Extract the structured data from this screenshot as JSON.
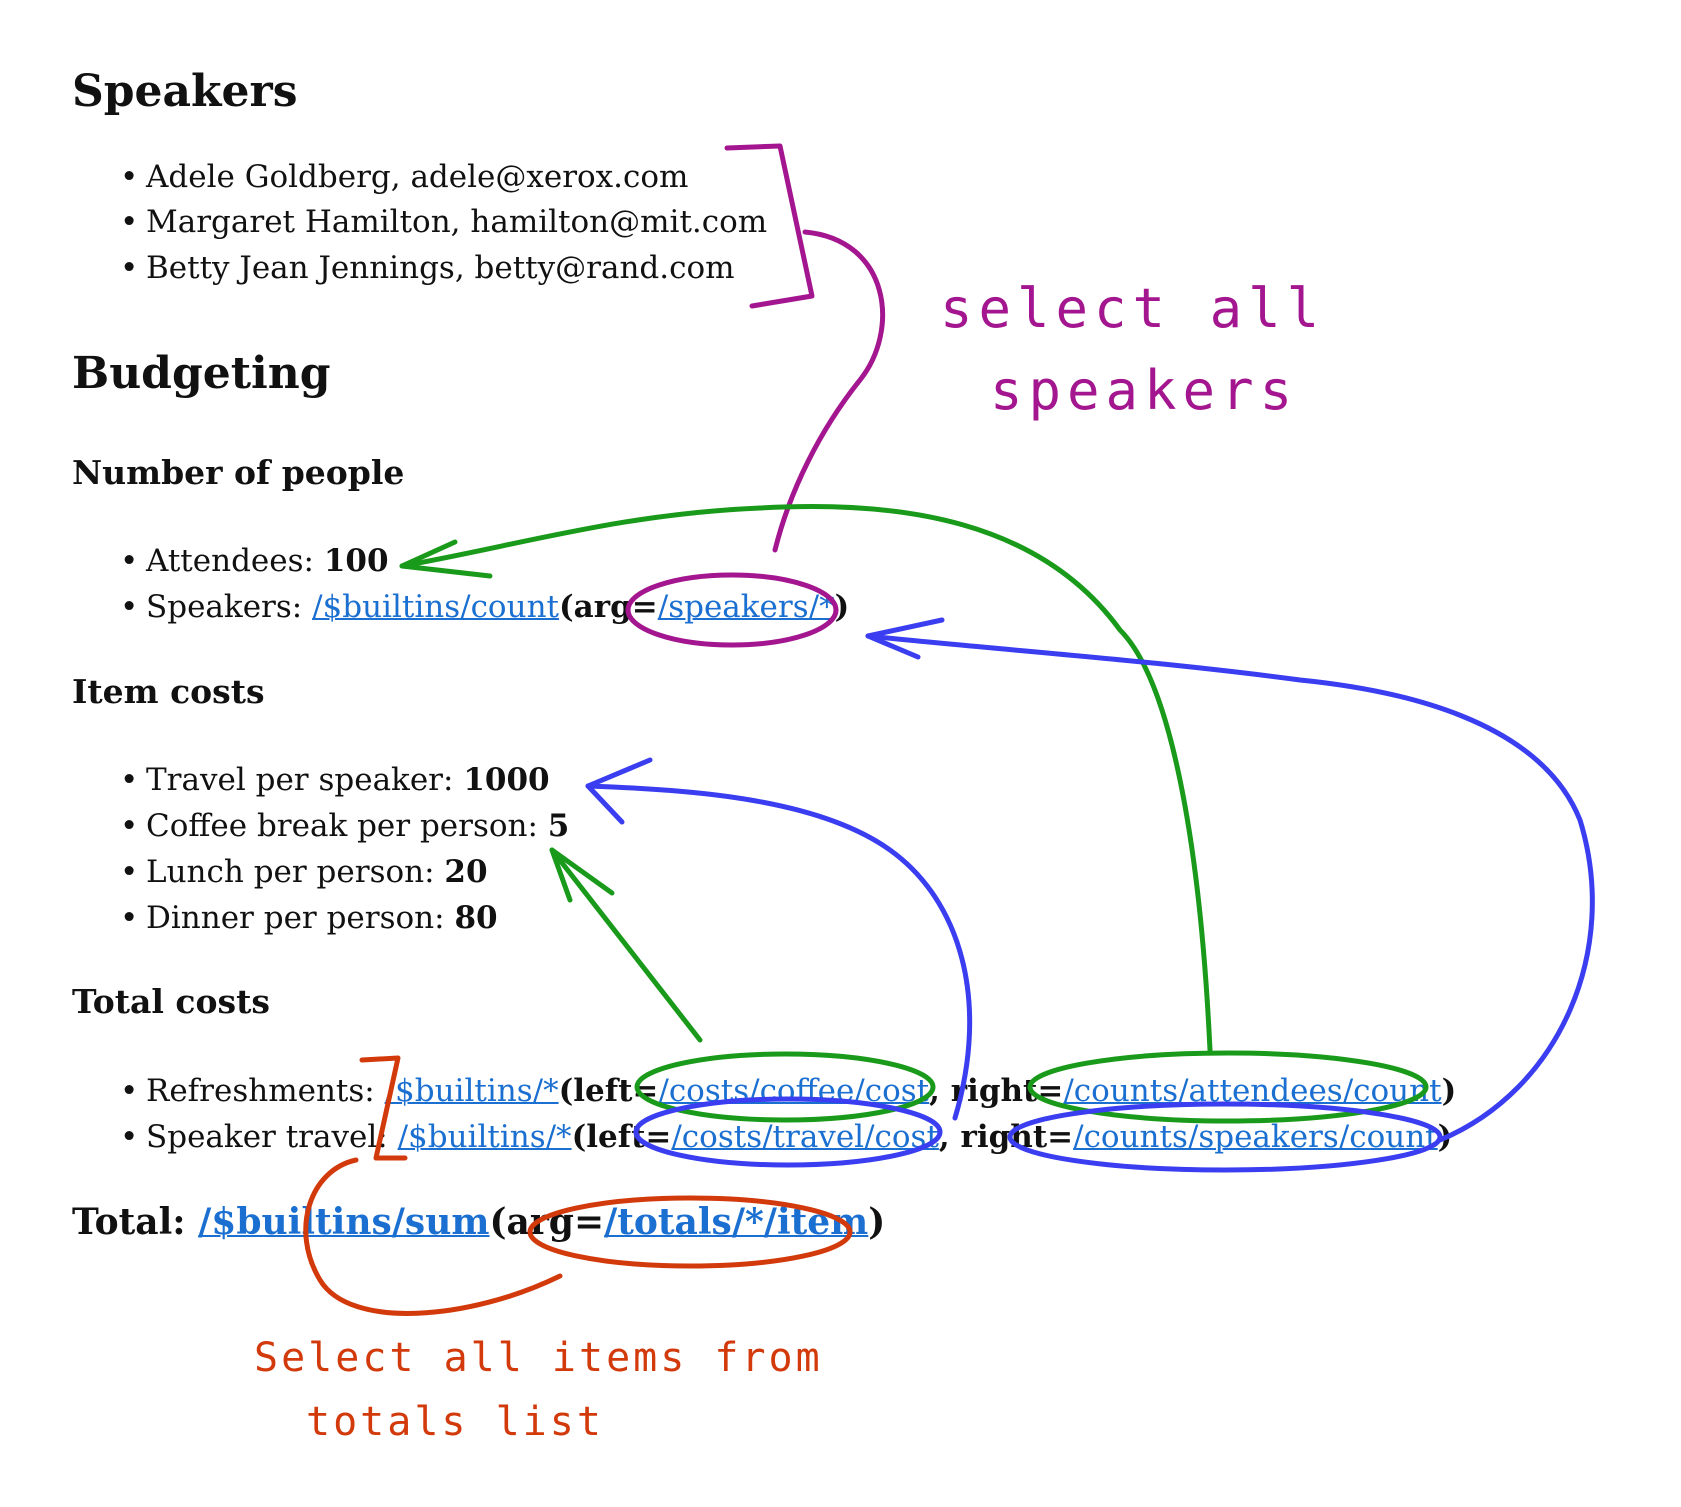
{
  "speakers": {
    "heading": "Speakers",
    "items": [
      "Adele Goldberg, adele@xerox.com",
      "Margaret Hamilton, hamilton@mit.com",
      "Betty Jean Jennings, betty@rand.com"
    ]
  },
  "budgeting": {
    "heading": "Budgeting",
    "people": {
      "heading": "Number of people",
      "attendees_label": "Attendees:",
      "attendees_value": "100",
      "speakers_label": "Speakers:",
      "speakers_fn": "/$builtins/count",
      "speakers_arg_label": "(arg=",
      "speakers_arg": "/speakers/*",
      "close_paren": ")"
    },
    "item_costs": {
      "heading": "Item costs",
      "items": [
        {
          "label": "Travel per speaker:",
          "value": "1000"
        },
        {
          "label": "Coffee break per person:",
          "value": "5"
        },
        {
          "label": "Lunch per person:",
          "value": "20"
        },
        {
          "label": "Dinner per person:",
          "value": "80"
        }
      ]
    },
    "total_costs": {
      "heading": "Total costs",
      "refreshments": {
        "label": "Refreshments:",
        "fn": "/$builtins/*",
        "left_label": "(left=",
        "left": "/costs/coffee/cost",
        "right_label": ", right=",
        "right": "/counts/attendees/count",
        "close": ")"
      },
      "speaker_travel": {
        "label": "Speaker travel:",
        "fn": "/$builtins/*",
        "left_label": "(left=",
        "left": "/costs/travel/cost",
        "right_label": ", right=",
        "right": "/counts/speakers/count",
        "close": ")"
      }
    },
    "total": {
      "label": "Total:",
      "fn": "/$builtins/sum",
      "arg_label": "(arg=",
      "arg": "/totals/*/item",
      "close": ")"
    }
  },
  "annotations": {
    "note_speakers_line1": "select all",
    "note_speakers_line2": "speakers",
    "note_totals_line1": "Select all items from",
    "note_totals_line2": "totals list"
  },
  "colors": {
    "link": "#1a6fd0",
    "purple": "#a3168f",
    "green": "#1a9a1a",
    "blue": "#3a3ef0",
    "red": "#d23a0c"
  }
}
